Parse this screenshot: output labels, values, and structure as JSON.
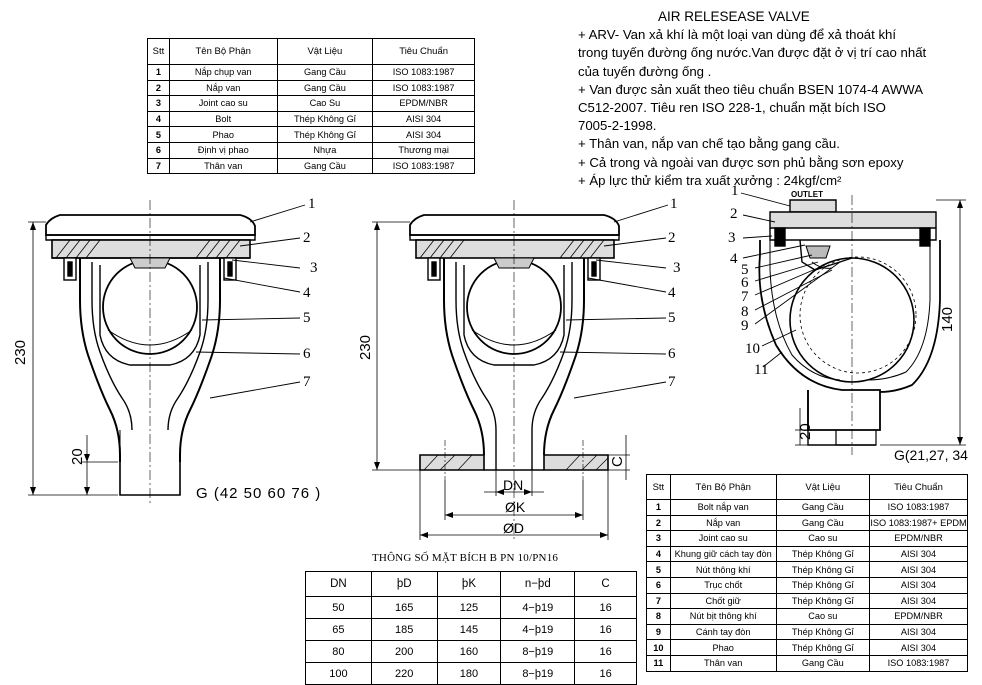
{
  "title": "AIR RELESEASE VALVE",
  "description": [
    "+ ARV- Van xả khí là một loại van dùng để xả thoát khí",
    "trong tuyến đường ống nước.Van được đặt ở vị trí cao nhất",
    "của tuyến đường ống .",
    "+ Van được sản xuất theo tiêu chuẩn  BSEN 1074-4 AWWA",
    "C512-2007. Tiêu ren ISO 228-1, chuẩn mặt bích ISO",
    "7005-2-1998.",
    "+ Thân van, nắp van chế tạo bằng gang cầu.",
    "+ Cả trong và ngoài van được sơn phủ bằng sơn epoxy",
    "+ Áp lực thử  kiểm tra xuất xưởng :  24kgf/cm²"
  ],
  "parts_table_top": {
    "headers": [
      "Stt",
      "Tên Bộ Phận",
      "Vật Liệu",
      "Tiêu Chuẩn"
    ],
    "rows": [
      [
        "1",
        "Nắp chụp van",
        "Gang Cầu",
        "ISO 1083:1987"
      ],
      [
        "2",
        "Nắp van",
        "Gang Cầu",
        "ISO 1083:1987"
      ],
      [
        "3",
        "Joint cao su",
        "Cao Su",
        "EPDM/NBR"
      ],
      [
        "4",
        "Bolt",
        "Thép Không Gỉ",
        "AISI 304"
      ],
      [
        "5",
        "Phao",
        "Thép Không Gỉ",
        "AISI 304"
      ],
      [
        "6",
        "Định vị phao",
        "Nhựa",
        "Thương mại"
      ],
      [
        "7",
        "Thân van",
        "Gang Cầu",
        "ISO 1083:1987"
      ]
    ]
  },
  "parts_table_bottom": {
    "headers": [
      "Stt",
      "Tên Bộ Phận",
      "Vật Liệu",
      "Tiêu Chuẩn"
    ],
    "rows": [
      [
        "1",
        "Bolt nắp van",
        "Gang Cầu",
        "ISO 1083:1987"
      ],
      [
        "2",
        "Nắp van",
        "Gang Cầu",
        "ISO 1083:1987+ EPDM"
      ],
      [
        "3",
        "Joint cao su",
        "Cao su",
        "EPDM/NBR"
      ],
      [
        "4",
        "Khung giữ cách tay đòn",
        "Thép Không Gỉ",
        "AISI 304"
      ],
      [
        "5",
        "Nút thông khí",
        "Thép Không Gỉ",
        "AISI 304"
      ],
      [
        "6",
        "Trục chốt",
        "Thép Không Gỉ",
        "AISI 304"
      ],
      [
        "7",
        "Chốt giữ",
        "Thép Không Gỉ",
        "AISI 304"
      ],
      [
        "8",
        "Nút bịt thông khí",
        "Cao su",
        "EPDM/NBR"
      ],
      [
        "9",
        "Cánh tay đòn",
        "Thép Không Gỉ",
        "AISI 304"
      ],
      [
        "10",
        "Phao",
        "Thép Không Gỉ",
        "AISI 304"
      ],
      [
        "11",
        "Thân van",
        "Gang Cầu",
        "ISO 1083:1987"
      ]
    ]
  },
  "flange_table": {
    "title": "THÔNG SỐ MẶT BÍCH B PN 10/PN16",
    "headers": [
      "DN",
      "ϸD",
      "ϸK",
      "n−ϸd",
      "C"
    ],
    "rows": [
      [
        "50",
        "165",
        "125",
        "4−ϸ19",
        "16"
      ],
      [
        "65",
        "185",
        "145",
        "4−ϸ19",
        "16"
      ],
      [
        "80",
        "200",
        "160",
        "8−ϸ19",
        "16"
      ],
      [
        "100",
        "220",
        "180",
        "8−ϸ19",
        "16"
      ]
    ]
  },
  "drawing_left": {
    "callouts": [
      "1",
      "2",
      "3",
      "4",
      "5",
      "6",
      "7"
    ],
    "height_dim": "230",
    "thread_dim": "20",
    "thread_label": "G (42  50  60  76 )"
  },
  "drawing_middle": {
    "callouts": [
      "1",
      "2",
      "3",
      "4",
      "5",
      "6",
      "7"
    ],
    "height_dim": "230",
    "dn_label": "DN",
    "k_label": "ØK",
    "d_label": "ØD",
    "c_label": "C"
  },
  "drawing_right": {
    "outlet_label": "OUTLET",
    "callouts": [
      "1",
      "2",
      "3",
      "4",
      "5",
      "6",
      "7",
      "8",
      "9",
      "10",
      "11"
    ],
    "height_dim": "140",
    "thread_dim": "20",
    "thread_label": "G(21,27, 34"
  }
}
